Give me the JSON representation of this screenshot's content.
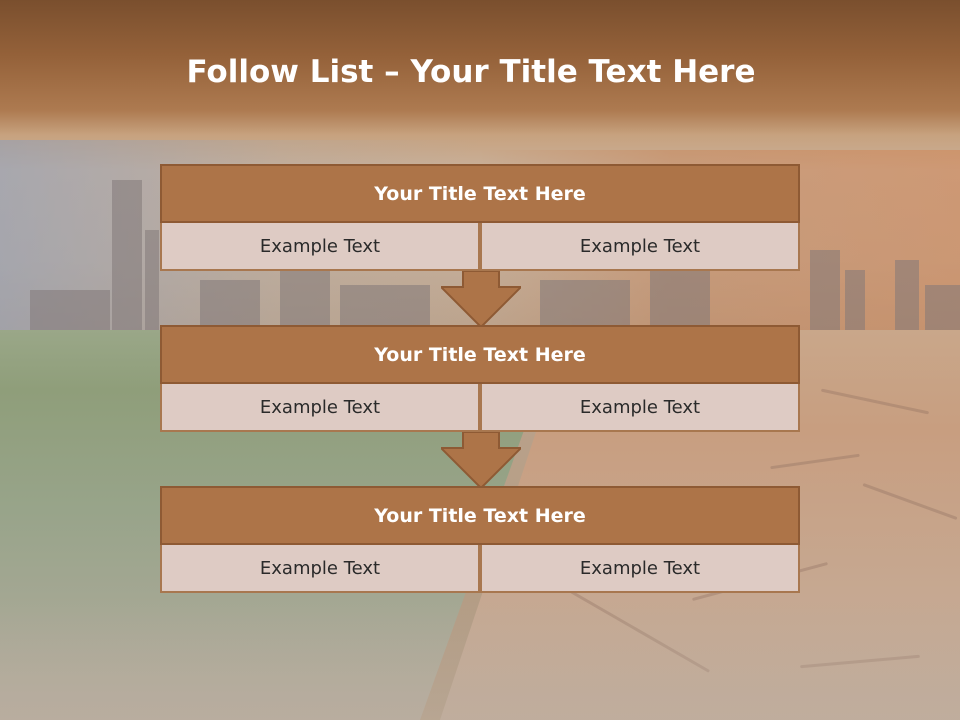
{
  "slide": {
    "title_bold": "Follow List",
    "title_rest": " – Your Title Text Here"
  },
  "steps": [
    {
      "title": "Your Title Text Here",
      "left": "Example Text",
      "right": "Example Text"
    },
    {
      "title": "Your Title Text Here",
      "left": "Example Text",
      "right": "Example Text"
    },
    {
      "title": "Your Title Text Here",
      "left": "Example Text",
      "right": "Example Text"
    }
  ],
  "colors": {
    "header_fill": "#ad7448",
    "cell_fill": "#decbc4",
    "arrow_fill": "#ad7448",
    "top_band": "#7a4f2e"
  }
}
